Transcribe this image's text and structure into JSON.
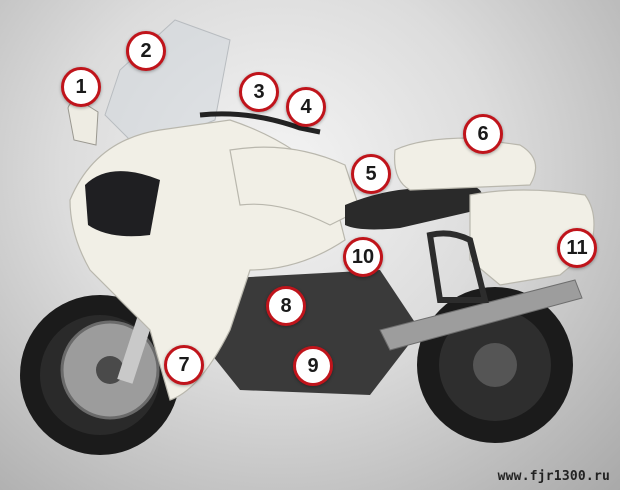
{
  "callouts": [
    {
      "number": "1"
    },
    {
      "number": "2"
    },
    {
      "number": "3"
    },
    {
      "number": "4"
    },
    {
      "number": "5"
    },
    {
      "number": "6"
    },
    {
      "number": "7"
    },
    {
      "number": "8"
    },
    {
      "number": "9"
    },
    {
      "number": "10"
    },
    {
      "number": "11"
    }
  ],
  "watermark": "www.fjr1300.ru",
  "colors": {
    "badge_border": "#c0141b",
    "bike_body": "#f1efe6",
    "seat": "#2a2a2a",
    "frame_dark": "#3a3a3a"
  }
}
